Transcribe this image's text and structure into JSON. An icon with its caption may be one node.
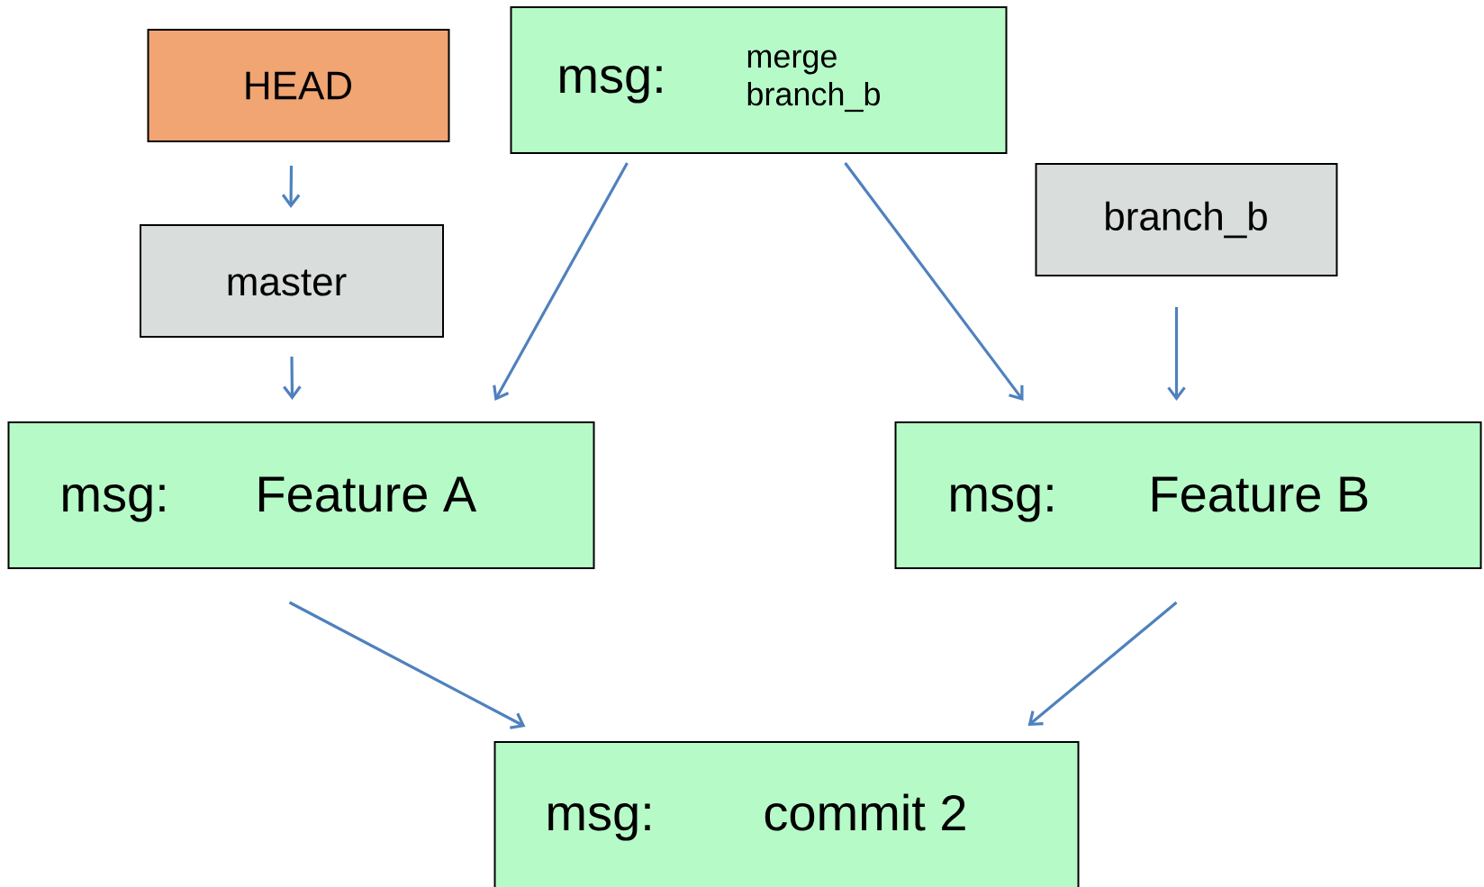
{
  "diagram": {
    "nodes": [
      {
        "text": [
          "HEAD"
        ]
      },
      {
        "text": [
          "master"
        ]
      },
      {
        "text": [
          "msg:",
          "merge branch_b"
        ]
      },
      {
        "text": [
          "branch_b"
        ]
      },
      {
        "text": [
          "msg:",
          "Feature A"
        ]
      },
      {
        "text": [
          "msg:",
          "Feature B"
        ]
      },
      {
        "text": [
          "msg:",
          "commit 2"
        ]
      }
    ],
    "edges": [
      {
        "from": 0,
        "to": 1,
        "arrow": "to"
      },
      {
        "from": 1,
        "to": 4,
        "arrow": "to"
      },
      {
        "from": 2,
        "to": 4,
        "arrow": "to"
      },
      {
        "from": 2,
        "to": 5,
        "arrow": "to"
      },
      {
        "from": 3,
        "to": 5,
        "arrow": "to"
      },
      {
        "from": 4,
        "to": 6,
        "arrow": "to"
      },
      {
        "from": 5,
        "to": 6,
        "arrow": "to"
      }
    ]
  }
}
